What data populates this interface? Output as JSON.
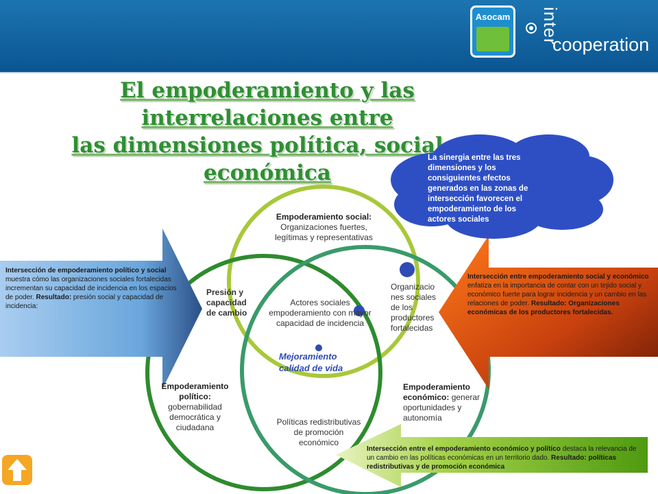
{
  "header": {
    "asocam_logo": "Asocam",
    "intercooperation_logo_top": "inter",
    "intercooperation_logo_bottom": "cooperation"
  },
  "title": {
    "line1": "El empoderamiento y las interrelaciones entre",
    "line2": "las dimensiones política, social y económica"
  },
  "cloud": {
    "text": "La sinergia entre las tres dimensiones y los consiguientes efectos generados en las zonas de intersección favorecen el empoderamiento de los actores sociales"
  },
  "circles": {
    "social": {
      "heading": "Empoderamiento social:",
      "line1": "Organizaciones fuertes,",
      "line2": "legítimas y representativas"
    },
    "political": {
      "heading1": "Empoderamiento",
      "heading2": "político:",
      "line1": "gobernabilidad",
      "line2": "democrática y",
      "line3": "ciudadana"
    },
    "economic": {
      "heading1": "Empoderamiento",
      "heading2": "económico:",
      "line1a": "generar",
      "line2": "oportunidades y",
      "line3": "autonomía"
    }
  },
  "intersections": {
    "pressure": {
      "line1": "Presión y",
      "line2": "capacidad",
      "line3": "de  cambio"
    },
    "center": {
      "line1": "Actores sociales",
      "line2": "empoderamiento con mayor",
      "line3": "capacidad de incidencia"
    },
    "orgs": {
      "line1": "Organizacio",
      "line2": "nes sociales",
      "line3": "de los",
      "line4": "productores",
      "line5": "fortalecidas"
    },
    "policies": {
      "line1": "Políticas redistributivas",
      "line2": "de promoción",
      "line3": "económico"
    },
    "improvement": {
      "line1": "Mejoramiento",
      "line2": "calidad de vida"
    }
  },
  "boxes": {
    "left": {
      "bold1": "Intersección de empoderamiento político y social",
      "text1": " muestra cómo las organizaciones sociales fortalecidas incrementan su capacidad de incidencia en los espacios de poder. ",
      "bold2": "Resultado:",
      "text2": " presión social y capacidad de incidencia:"
    },
    "right": {
      "bold1": "Intersección entre empoderamiento social y económico",
      "text1": " enfatiza en la importancia de contar con un tejido social y económico fuerte para lograr incidencia y un cambio en las relaciones de poder. ",
      "bold2": "Resultado: Organizaciones económicas de los productores fortalecidas."
    },
    "bottom": {
      "bold1": "Intersección entre el empoderamiento económico y político",
      "text1": " destaca la relevancia de un cambio en las políticas económicas en un territorio dado. ",
      "bold2": "Resultado:  políticas redistributivas y de promoción económica"
    }
  },
  "colors": {
    "social_circle": "#a8c83a",
    "political_circle": "#2e8b2e",
    "economic_circle": "#3a9a6a",
    "cloud": "#2e4fc4",
    "orange_arrow": "#e0531a",
    "green_arrow": "#6fb81e",
    "blue_arrow": "#7ab3e6"
  },
  "icons": [
    "radio-icon",
    "up-arrow-icon"
  ]
}
